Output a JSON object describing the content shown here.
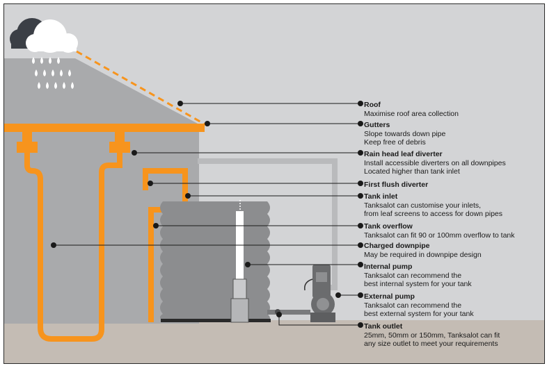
{
  "colors": {
    "background": "#d3d4d6",
    "building": "#a9aaac",
    "pipe": "#f7941d",
    "tank": "#8c8d8f",
    "ground": "#c4bcb4",
    "pump": "#6b6c6e",
    "leader": "#1a1a1a",
    "cloud_dark": "#3b3f46",
    "cloud_light": "#ffffff"
  },
  "icons": [
    "rain-cloud-icon",
    "raindrop-icon",
    "pump-icon"
  ],
  "labels": [
    {
      "title": "Roof",
      "lines": [
        "Maximise roof area collection"
      ]
    },
    {
      "title": "Gutters",
      "lines": [
        "Slope towards down pipe",
        "Keep free of debris"
      ]
    },
    {
      "title": "Rain head leaf diverter",
      "lines": [
        "Install accessible diverters on all downpipes",
        "Located higher than tank inlet"
      ]
    },
    {
      "title": "First flush diverter",
      "lines": []
    },
    {
      "title": "Tank inlet",
      "lines": [
        "Tanksalot can customise your inlets,",
        "from leaf screens to access for down pipes"
      ]
    },
    {
      "title": "Tank overflow",
      "lines": [
        "Tanksalot can fit 90 or 100mm overflow to tank"
      ]
    },
    {
      "title": "Charged downpipe",
      "lines": [
        "May be required in downpipe design"
      ]
    },
    {
      "title": "Internal pump",
      "lines": [
        "Tanksalot can recommend the",
        "best internal system for your tank"
      ]
    },
    {
      "title": "External pump",
      "lines": [
        "Tanksalot can recommend the",
        "best external system for your tank"
      ]
    },
    {
      "title": "Tank outlet",
      "lines": [
        "25mm, 50mm or 150mm, Tanksalot can fit",
        "any size outlet to meet your requirements"
      ]
    }
  ]
}
